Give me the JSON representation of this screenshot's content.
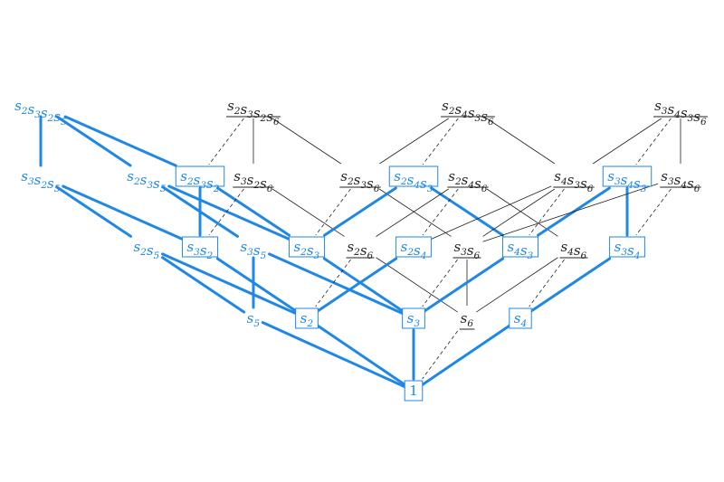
{
  "colors": {
    "blue": "#1f87e5",
    "black": "#222222",
    "white": "#ffffff"
  },
  "nodes": [
    {
      "id": "s2s3s2s5",
      "text": "s2s3s2s5",
      "color": "blue",
      "style": "plain"
    },
    {
      "id": "s2s3s2s6",
      "text": "s2s3s2s6",
      "color": "black",
      "style": "underline"
    },
    {
      "id": "s2s4s3s6",
      "text": "s2s4s3s6",
      "color": "black",
      "style": "underline"
    },
    {
      "id": "s3s4s3s6",
      "text": "s3s4s3s6",
      "color": "black",
      "style": "underline"
    },
    {
      "id": "s3s2s5",
      "text": "s3s2s5",
      "color": "blue",
      "style": "plain"
    },
    {
      "id": "s2s3s5",
      "text": "s2s3s5",
      "color": "blue",
      "style": "plain"
    },
    {
      "id": "s2s3s2",
      "text": "s2s3s2",
      "color": "blue",
      "style": "box"
    },
    {
      "id": "s3s2s6",
      "text": "s3s2s6",
      "color": "black",
      "style": "underline"
    },
    {
      "id": "s2s3s6",
      "text": "s2s3s6",
      "color": "black",
      "style": "underline"
    },
    {
      "id": "s2s4s3",
      "text": "s2s4s3",
      "color": "blue",
      "style": "box"
    },
    {
      "id": "s2s4s6",
      "text": "s2s4s6",
      "color": "black",
      "style": "underline"
    },
    {
      "id": "s4s3s6",
      "text": "s4s3s6",
      "color": "black",
      "style": "underline"
    },
    {
      "id": "s3s4s3",
      "text": "s3s4s3",
      "color": "blue",
      "style": "box"
    },
    {
      "id": "s3s4s6",
      "text": "s3s4s6",
      "color": "black",
      "style": "underline"
    },
    {
      "id": "s2s5",
      "text": "s2s5",
      "color": "blue",
      "style": "plain"
    },
    {
      "id": "s3s2",
      "text": "s3s2",
      "color": "blue",
      "style": "box"
    },
    {
      "id": "s3s5",
      "text": "s3s5",
      "color": "blue",
      "style": "plain"
    },
    {
      "id": "s2s3",
      "text": "s2s3",
      "color": "blue",
      "style": "box"
    },
    {
      "id": "s2s6",
      "text": "s2s6",
      "color": "black",
      "style": "underline"
    },
    {
      "id": "s2s4",
      "text": "s2s4",
      "color": "blue",
      "style": "box"
    },
    {
      "id": "s3s6",
      "text": "s3s6",
      "color": "black",
      "style": "underline"
    },
    {
      "id": "s4s3",
      "text": "s4s3",
      "color": "blue",
      "style": "box"
    },
    {
      "id": "s4s6",
      "text": "s4s6",
      "color": "black",
      "style": "underline"
    },
    {
      "id": "s3s4",
      "text": "s3s4",
      "color": "blue",
      "style": "box"
    },
    {
      "id": "s5",
      "text": "s5",
      "color": "blue",
      "style": "plain"
    },
    {
      "id": "s2",
      "text": "s2",
      "color": "blue",
      "style": "box"
    },
    {
      "id": "s3",
      "text": "s3",
      "color": "blue",
      "style": "box"
    },
    {
      "id": "s6",
      "text": "s6",
      "color": "black",
      "style": "underline"
    },
    {
      "id": "s4",
      "text": "s4",
      "color": "blue",
      "style": "box"
    },
    {
      "id": "one",
      "text": "1",
      "color": "blue",
      "style": "box"
    }
  ],
  "edges": [
    {
      "from": "s2s3s2s5",
      "to": "s3s2s5",
      "style": "thick"
    },
    {
      "from": "s2s3s2s5",
      "to": "s2s3s5",
      "style": "thick"
    },
    {
      "from": "s2s3s2s5",
      "to": "s2s3s2",
      "style": "thick"
    },
    {
      "from": "s2s3s2s6",
      "to": "s2s3s2",
      "style": "dashed"
    },
    {
      "from": "s2s3s2s6",
      "to": "s3s2s6",
      "style": "thin"
    },
    {
      "from": "s2s3s2s6",
      "to": "s2s3s6",
      "style": "thin"
    },
    {
      "from": "s2s4s3s6",
      "to": "s2s3s6",
      "style": "thin"
    },
    {
      "from": "s2s4s3s6",
      "to": "s2s4s3",
      "style": "dashed"
    },
    {
      "from": "s2s4s3s6",
      "to": "s4s3s6",
      "style": "thin"
    },
    {
      "from": "s3s4s3s6",
      "to": "s4s3s6",
      "style": "thin"
    },
    {
      "from": "s3s4s3s6",
      "to": "s3s4s3",
      "style": "dashed"
    },
    {
      "from": "s3s4s3s6",
      "to": "s3s4s6",
      "style": "thin"
    },
    {
      "from": "s3s2s5",
      "to": "s2s5",
      "style": "thick"
    },
    {
      "from": "s3s2s5",
      "to": "s3s2",
      "style": "thick"
    },
    {
      "from": "s2s3s5",
      "to": "s3s5",
      "style": "thick"
    },
    {
      "from": "s2s3s5",
      "to": "s2s3",
      "style": "thick"
    },
    {
      "from": "s2s3s2",
      "to": "s3s2",
      "style": "thick"
    },
    {
      "from": "s2s3s2",
      "to": "s2s3",
      "style": "thick"
    },
    {
      "from": "s3s2s6",
      "to": "s3s2",
      "style": "dashed"
    },
    {
      "from": "s3s2s6",
      "to": "s2s6",
      "style": "thin"
    },
    {
      "from": "s2s3s6",
      "to": "s2s3",
      "style": "dashed"
    },
    {
      "from": "s2s3s6",
      "to": "s3s6",
      "style": "thin"
    },
    {
      "from": "s2s4s3",
      "to": "s2s3",
      "style": "thick"
    },
    {
      "from": "s2s4s3",
      "to": "s4s3",
      "style": "thick"
    },
    {
      "from": "s2s4s6",
      "to": "s2s6",
      "style": "thin"
    },
    {
      "from": "s2s4s6",
      "to": "s2s4",
      "style": "dashed"
    },
    {
      "from": "s2s4s6",
      "to": "s4s6",
      "style": "thin"
    },
    {
      "from": "s4s3s6",
      "to": "s2s4",
      "style": "thin"
    },
    {
      "from": "s4s3s6",
      "to": "s4s3",
      "style": "dashed"
    },
    {
      "from": "s4s3s6",
      "to": "s3s6",
      "style": "thin"
    },
    {
      "from": "s3s4s3",
      "to": "s4s3",
      "style": "thick"
    },
    {
      "from": "s3s4s3",
      "to": "s3s4",
      "style": "thick"
    },
    {
      "from": "s3s4s6",
      "to": "s3s4",
      "style": "dashed"
    },
    {
      "from": "s3s4s6",
      "to": "s3s6",
      "style": "thin"
    },
    {
      "from": "s2s5",
      "to": "s5",
      "style": "thick"
    },
    {
      "from": "s2s5",
      "to": "s2",
      "style": "thick"
    },
    {
      "from": "s3s2",
      "to": "s2",
      "style": "thick"
    },
    {
      "from": "s3s5",
      "to": "s5",
      "style": "thick"
    },
    {
      "from": "s3s5",
      "to": "s3",
      "style": "thick"
    },
    {
      "from": "s2s3",
      "to": "s3",
      "style": "thick"
    },
    {
      "from": "s2s6",
      "to": "s2",
      "style": "dashed"
    },
    {
      "from": "s2s6",
      "to": "s6",
      "style": "thin"
    },
    {
      "from": "s2s4",
      "to": "s2",
      "style": "thick"
    },
    {
      "from": "s3s6",
      "to": "s3",
      "style": "dashed"
    },
    {
      "from": "s3s6",
      "to": "s6",
      "style": "thin"
    },
    {
      "from": "s4s3",
      "to": "s3",
      "style": "thick"
    },
    {
      "from": "s4s6",
      "to": "s6",
      "style": "thin"
    },
    {
      "from": "s4s6",
      "to": "s4",
      "style": "dashed"
    },
    {
      "from": "s3s4",
      "to": "s4",
      "style": "thick"
    },
    {
      "from": "s5",
      "to": "one",
      "style": "thick"
    },
    {
      "from": "s2",
      "to": "one",
      "style": "thick"
    },
    {
      "from": "s3",
      "to": "one",
      "style": "thick"
    },
    {
      "from": "s4",
      "to": "one",
      "style": "thick"
    },
    {
      "from": "s6",
      "to": "one",
      "style": "dashed"
    }
  ]
}
